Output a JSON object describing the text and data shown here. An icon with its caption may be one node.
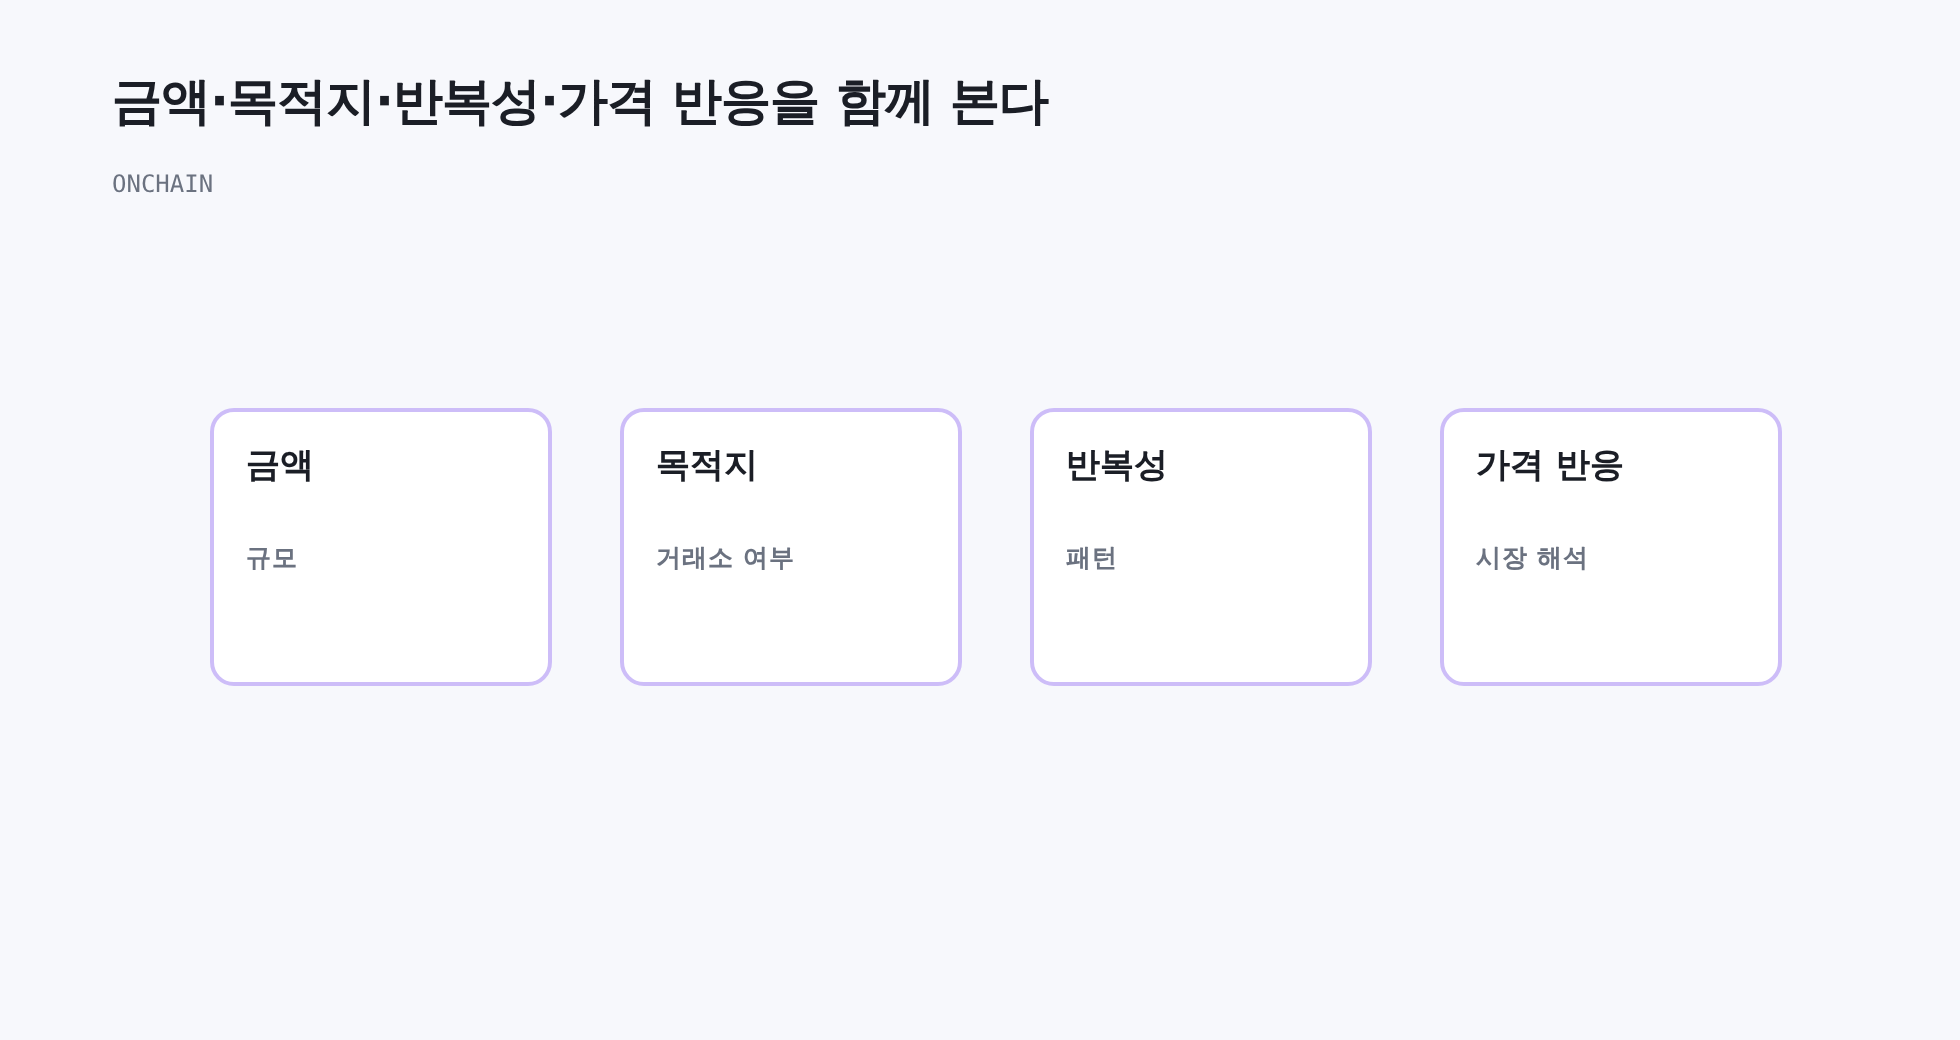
{
  "diagram": {
    "title": "금액·목적지·반복성·가격 반응을 함께 본다",
    "nodes": [
      {
        "text": [
          "금액",
          "규모"
        ]
      },
      {
        "text": [
          "목적지",
          "거래소 여부"
        ]
      },
      {
        "text": [
          "반복성",
          "패턴"
        ]
      },
      {
        "text": [
          "가격 반응",
          "시장 해석"
        ]
      }
    ],
    "labels": [
      "ONCHAIN"
    ]
  }
}
